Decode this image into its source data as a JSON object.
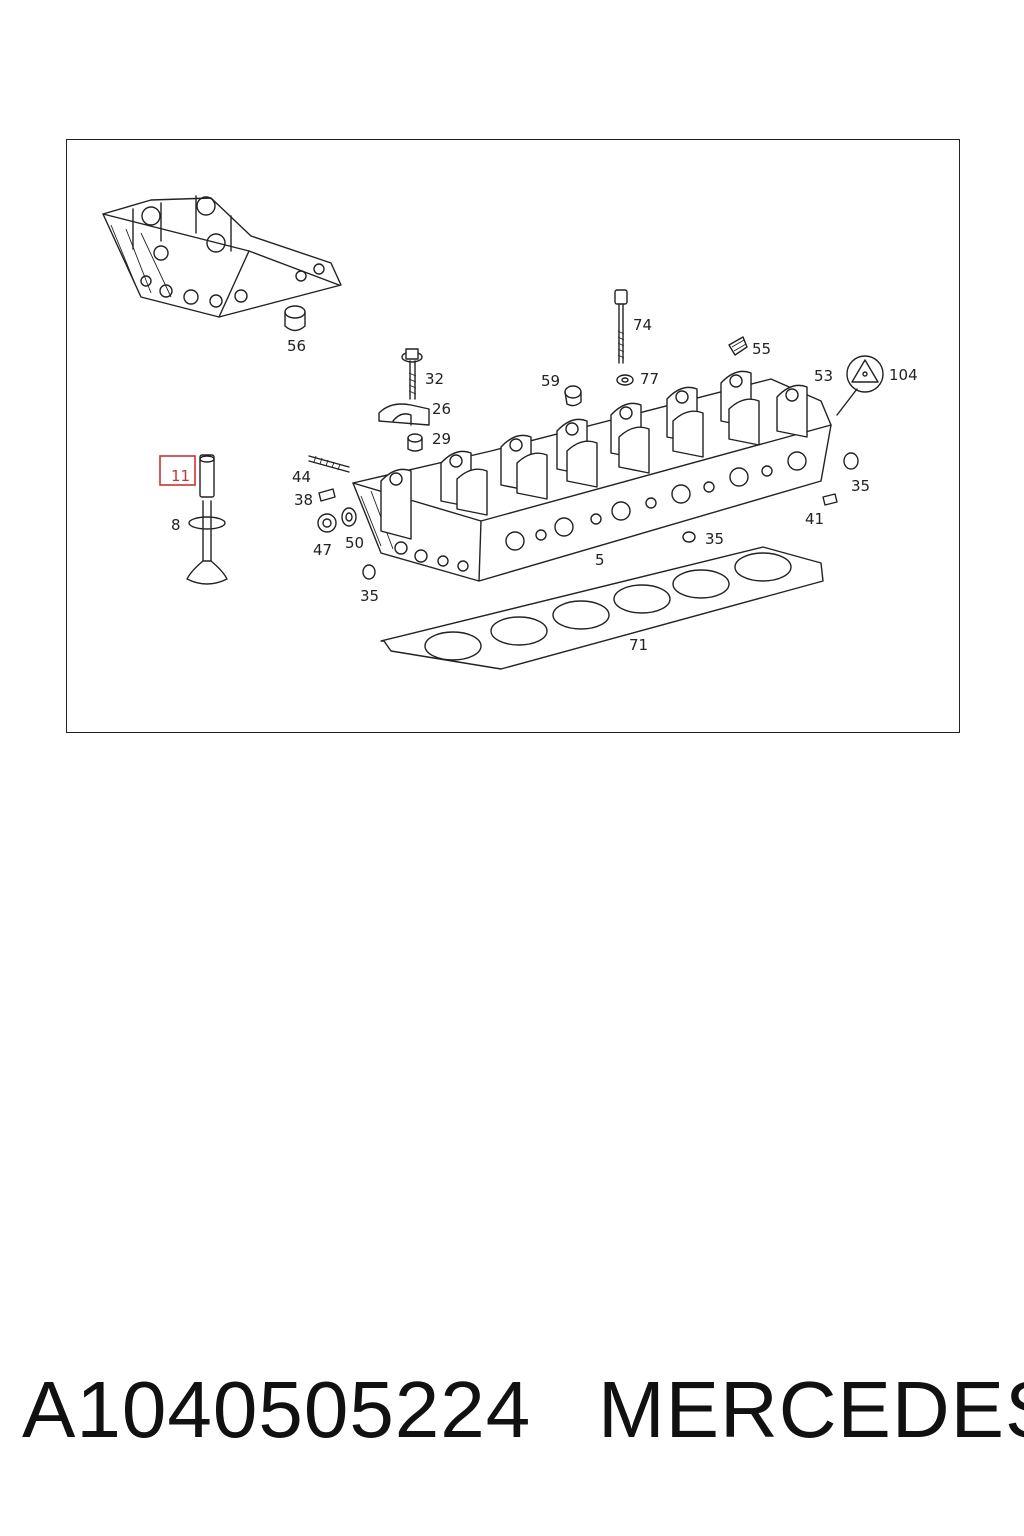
{
  "diagram": {
    "callouts": {
      "c56": "56",
      "c74": "74",
      "c55": "55",
      "c77": "77",
      "c32": "32",
      "c59": "59",
      "c53": "53",
      "c104": "104",
      "c26": "26",
      "c29": "29",
      "c11": "11",
      "c44": "44",
      "c38": "38",
      "c8": "8",
      "c47": "47",
      "c50": "50",
      "c35a": "35",
      "c35b": "35",
      "c35c": "35",
      "c41": "41",
      "c5": "5",
      "c71": "71"
    },
    "highlighted_callout": "11",
    "highlight_color": "#cc3333"
  },
  "footer": {
    "part_number": "A1040505224",
    "brand": "MERCEDES"
  }
}
